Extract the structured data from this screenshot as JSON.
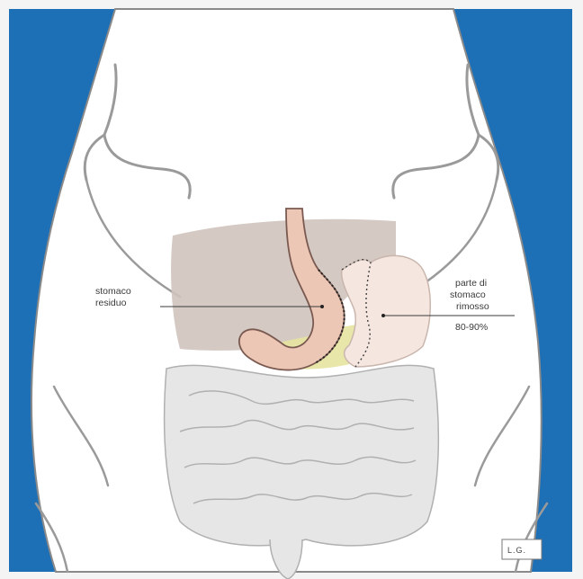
{
  "colors": {
    "background_blue": "#1d6fb6",
    "body_fill": "#ffffff",
    "body_outline": "#8a8a8a",
    "liver": "#cfc3bd",
    "stomach_residual": "#ecc7b6",
    "stomach_removed": "#f5e6e0",
    "pancreas": "#e6e3a0",
    "intestine": "#e6e6e6",
    "intestine_outline": "#b0b0b0"
  },
  "labels": {
    "residual_line1": "stomaco",
    "residual_line2": "residuo",
    "removed_line1": "parte di",
    "removed_line2": "stomaco",
    "removed_line3": "rimosso",
    "removed_pct": "80-90%",
    "signature": "L.G."
  }
}
